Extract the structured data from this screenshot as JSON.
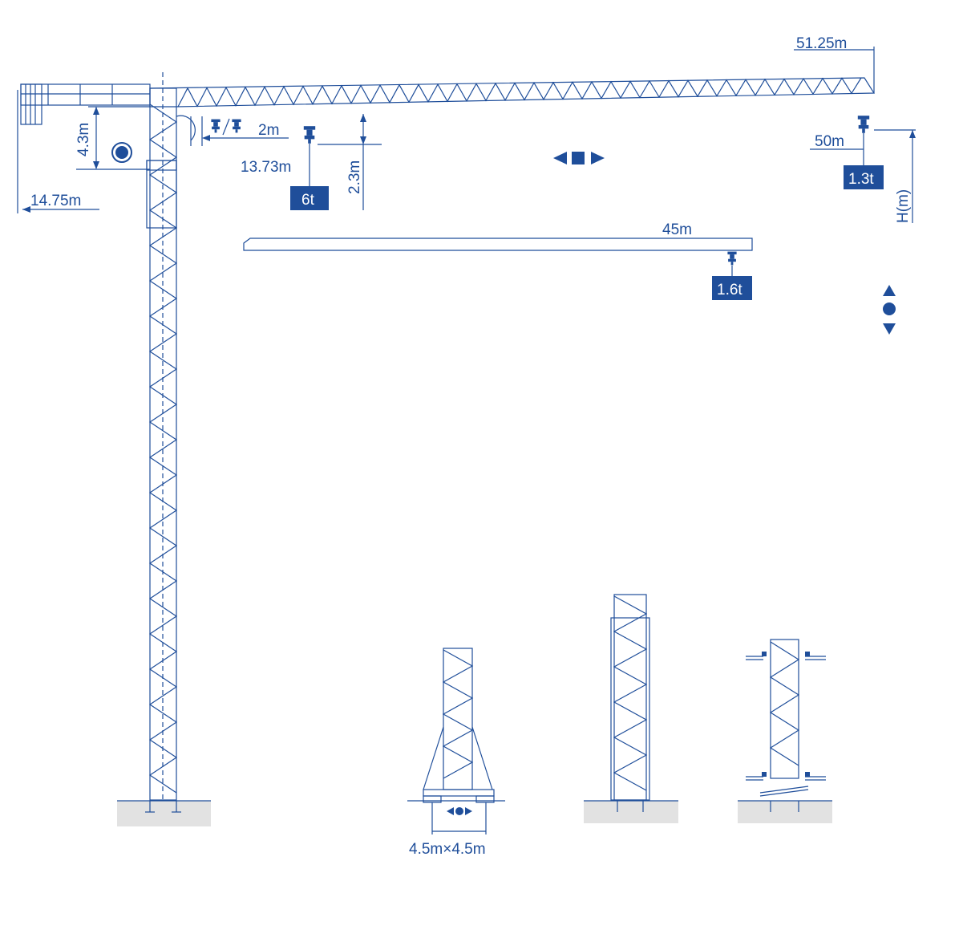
{
  "dimensions": {
    "jib_length": "51.25m",
    "counter_jib_length": "14.75m",
    "counterweight_height": "4.3m",
    "min_radius": "2m",
    "max_load_radius": "13.73m",
    "hook_height": "2.3m",
    "secondary_jib": "45m",
    "tip_radius": "50m",
    "height_axis": "H(m)",
    "base_size": "4.5m×4.5m"
  },
  "loads": {
    "max_load": "6t",
    "tip_load": "1.3t",
    "secondary_tip_load": "1.6t"
  },
  "icons": [
    "hook-icon",
    "trolley-icon",
    "slew-icon",
    "travel-icon",
    "hoist-icon"
  ],
  "colors": {
    "primary": "#1f4e9a",
    "ground": "#e2e2e2"
  }
}
